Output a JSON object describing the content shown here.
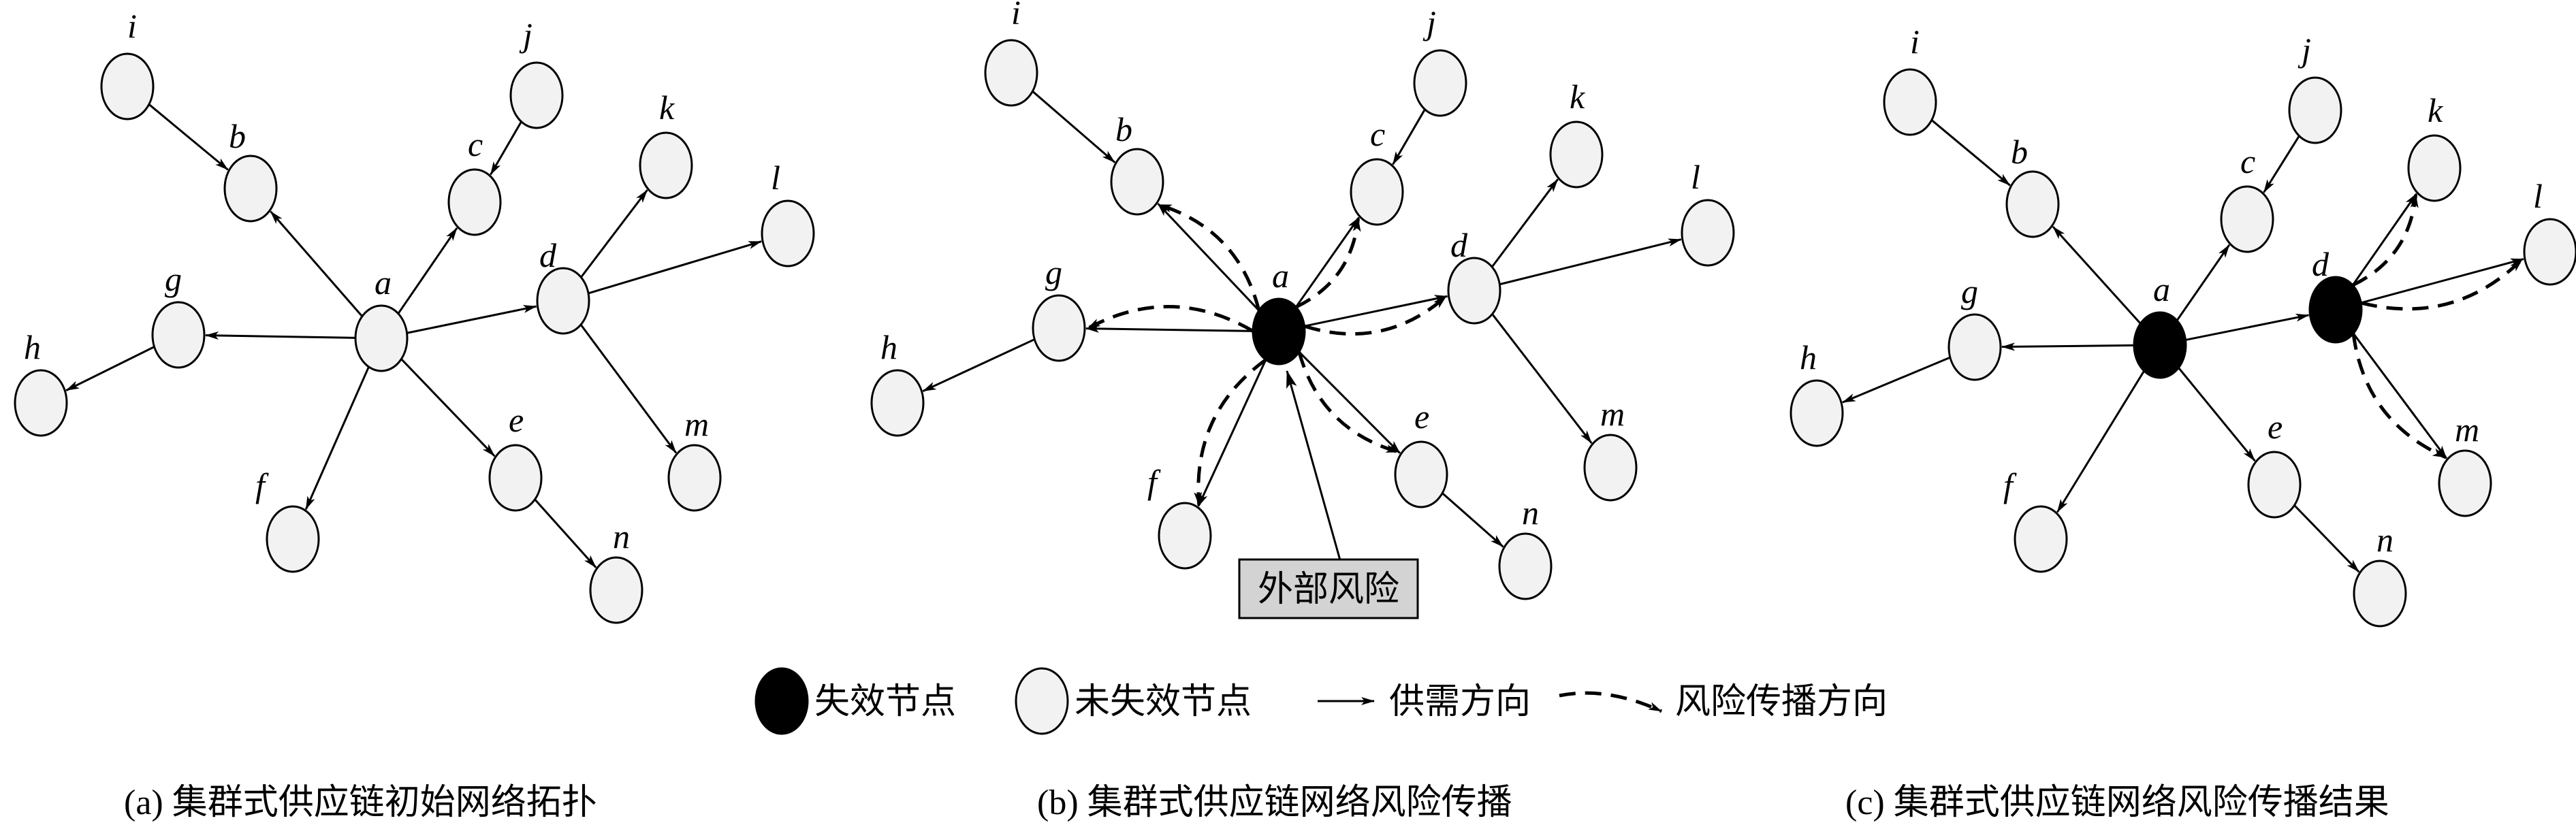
{
  "panels": [
    {
      "id": "a",
      "caption": "(a) 集群式供应链初始网络拓扑",
      "external_risk_label": "",
      "nodes": [
        {
          "id": "i",
          "label": "i",
          "state": "normal"
        },
        {
          "id": "b",
          "label": "b",
          "state": "normal"
        },
        {
          "id": "j",
          "label": "j",
          "state": "normal"
        },
        {
          "id": "c",
          "label": "c",
          "state": "normal"
        },
        {
          "id": "k",
          "label": "k",
          "state": "normal"
        },
        {
          "id": "l",
          "label": "l",
          "state": "normal"
        },
        {
          "id": "g",
          "label": "g",
          "state": "normal"
        },
        {
          "id": "a",
          "label": "a",
          "state": "normal"
        },
        {
          "id": "d",
          "label": "d",
          "state": "normal"
        },
        {
          "id": "h",
          "label": "h",
          "state": "normal"
        },
        {
          "id": "e",
          "label": "e",
          "state": "normal"
        },
        {
          "id": "m",
          "label": "m",
          "state": "normal"
        },
        {
          "id": "f",
          "label": "f",
          "state": "normal"
        },
        {
          "id": "n",
          "label": "n",
          "state": "normal"
        }
      ],
      "edges": [
        [
          "i",
          "b"
        ],
        [
          "j",
          "c"
        ],
        [
          "a",
          "b"
        ],
        [
          "a",
          "c"
        ],
        [
          "a",
          "g"
        ],
        [
          "g",
          "h"
        ],
        [
          "a",
          "d"
        ],
        [
          "d",
          "k"
        ],
        [
          "d",
          "l"
        ],
        [
          "d",
          "m"
        ],
        [
          "a",
          "e"
        ],
        [
          "e",
          "n"
        ],
        [
          "a",
          "f"
        ]
      ],
      "risk_edges": []
    },
    {
      "id": "b",
      "caption": "(b) 集群式供应链网络风险传播",
      "external_risk_label": "外部风险",
      "nodes": [
        {
          "id": "i",
          "label": "i",
          "state": "normal"
        },
        {
          "id": "b",
          "label": "b",
          "state": "normal"
        },
        {
          "id": "j",
          "label": "j",
          "state": "normal"
        },
        {
          "id": "c",
          "label": "c",
          "state": "normal"
        },
        {
          "id": "k",
          "label": "k",
          "state": "normal"
        },
        {
          "id": "l",
          "label": "l",
          "state": "normal"
        },
        {
          "id": "g",
          "label": "g",
          "state": "normal"
        },
        {
          "id": "a",
          "label": "a",
          "state": "failed"
        },
        {
          "id": "d",
          "label": "d",
          "state": "normal"
        },
        {
          "id": "h",
          "label": "h",
          "state": "normal"
        },
        {
          "id": "e",
          "label": "e",
          "state": "normal"
        },
        {
          "id": "m",
          "label": "m",
          "state": "normal"
        },
        {
          "id": "f",
          "label": "f",
          "state": "normal"
        },
        {
          "id": "n",
          "label": "n",
          "state": "normal"
        }
      ],
      "edges": [
        [
          "i",
          "b"
        ],
        [
          "j",
          "c"
        ],
        [
          "a",
          "b"
        ],
        [
          "a",
          "c"
        ],
        [
          "a",
          "g"
        ],
        [
          "g",
          "h"
        ],
        [
          "a",
          "d"
        ],
        [
          "d",
          "k"
        ],
        [
          "d",
          "l"
        ],
        [
          "d",
          "m"
        ],
        [
          "a",
          "e"
        ],
        [
          "e",
          "n"
        ],
        [
          "a",
          "f"
        ]
      ],
      "risk_edges": [
        [
          "a",
          "b"
        ],
        [
          "a",
          "c"
        ],
        [
          "a",
          "d"
        ],
        [
          "a",
          "g"
        ],
        [
          "a",
          "e"
        ],
        [
          "a",
          "f"
        ]
      ]
    },
    {
      "id": "c",
      "caption": "(c) 集群式供应链网络风险传播结果",
      "external_risk_label": "",
      "nodes": [
        {
          "id": "i",
          "label": "i",
          "state": "normal"
        },
        {
          "id": "b",
          "label": "b",
          "state": "normal"
        },
        {
          "id": "j",
          "label": "j",
          "state": "normal"
        },
        {
          "id": "c",
          "label": "c",
          "state": "normal"
        },
        {
          "id": "k",
          "label": "k",
          "state": "normal"
        },
        {
          "id": "l",
          "label": "l",
          "state": "normal"
        },
        {
          "id": "g",
          "label": "g",
          "state": "normal"
        },
        {
          "id": "a",
          "label": "a",
          "state": "failed"
        },
        {
          "id": "d",
          "label": "d",
          "state": "failed"
        },
        {
          "id": "h",
          "label": "h",
          "state": "normal"
        },
        {
          "id": "e",
          "label": "e",
          "state": "normal"
        },
        {
          "id": "m",
          "label": "m",
          "state": "normal"
        },
        {
          "id": "f",
          "label": "f",
          "state": "normal"
        },
        {
          "id": "n",
          "label": "n",
          "state": "normal"
        }
      ],
      "edges": [
        [
          "i",
          "b"
        ],
        [
          "j",
          "c"
        ],
        [
          "a",
          "b"
        ],
        [
          "a",
          "c"
        ],
        [
          "a",
          "g"
        ],
        [
          "g",
          "h"
        ],
        [
          "a",
          "d"
        ],
        [
          "d",
          "k"
        ],
        [
          "d",
          "l"
        ],
        [
          "d",
          "m"
        ],
        [
          "a",
          "e"
        ],
        [
          "e",
          "n"
        ],
        [
          "a",
          "f"
        ]
      ],
      "risk_edges": [
        [
          "d",
          "k"
        ],
        [
          "d",
          "l"
        ],
        [
          "d",
          "m"
        ]
      ]
    }
  ],
  "legend": {
    "failed_node": "失效节点",
    "normal_node": "未失效节点",
    "supply_demand": "供需方向",
    "risk_direction": "风险传播方向"
  }
}
